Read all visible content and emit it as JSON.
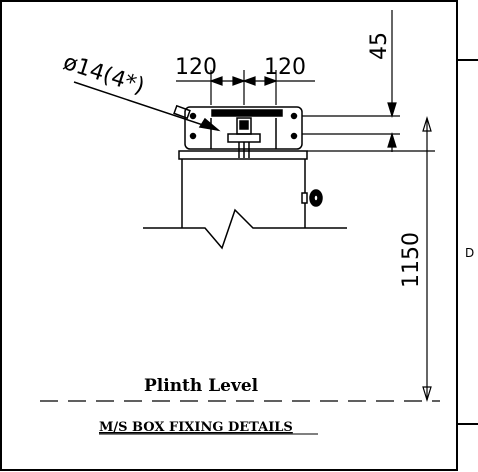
{
  "dimensions": {
    "hole_spec": "ø14(4*)",
    "width_left": "120",
    "width_right": "120",
    "top_gap": "45",
    "height": "1150"
  },
  "labels": {
    "plinth": "Plinth Level",
    "caption": "M/S BOX FIXING DETAILS",
    "side_letter": "D"
  }
}
